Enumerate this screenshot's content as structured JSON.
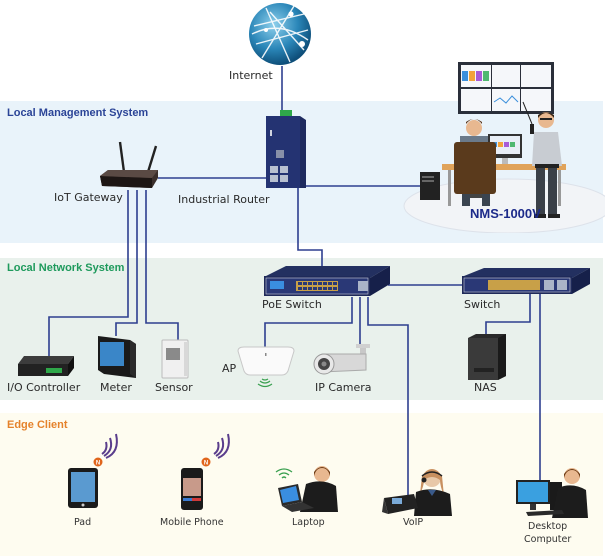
{
  "sections": {
    "management": {
      "title": "Local Management System",
      "color": "#2b4497"
    },
    "network": {
      "title": "Local Network System",
      "color": "#1e9a5c"
    },
    "edge": {
      "title": "Edge Client",
      "color": "#e5822b"
    }
  },
  "nodes": {
    "internet": {
      "label": "Internet",
      "icon": "globe-icon"
    },
    "iot_gateway": {
      "label": "IoT Gateway",
      "icon": "wireless-router-icon"
    },
    "industrial_router": {
      "label": "Industrial Router",
      "icon": "industrial-router-icon"
    },
    "nms": {
      "label": "NMS-1000V",
      "icon": "network-operations-center-icon"
    },
    "poe_switch": {
      "label": "PoE Switch",
      "icon": "network-switch-icon"
    },
    "switch": {
      "label": "Switch",
      "icon": "network-switch-icon"
    },
    "io_controller": {
      "label": "I/O Controller",
      "icon": "io-controller-icon"
    },
    "meter": {
      "label": "Meter",
      "icon": "meter-icon"
    },
    "sensor": {
      "label": "Sensor",
      "icon": "sensor-icon"
    },
    "ap": {
      "label": "AP",
      "icon": "access-point-icon"
    },
    "ip_camera": {
      "label": "IP Camera",
      "icon": "bullet-camera-icon"
    },
    "nas": {
      "label": "NAS",
      "icon": "nas-icon"
    },
    "pad": {
      "label": "Pad",
      "icon": "tablet-icon"
    },
    "mobile_phone": {
      "label": "Mobile Phone",
      "icon": "smartphone-icon"
    },
    "laptop": {
      "label": "Laptop",
      "icon": "laptop-user-icon"
    },
    "voip": {
      "label": "VoIP",
      "icon": "voip-phone-user-icon"
    },
    "desktop_computer": {
      "label": "Desktop\nComputer",
      "label_line1": "Desktop",
      "label_line2": "Computer",
      "icon": "desktop-user-icon"
    }
  },
  "connections": [
    [
      "internet",
      "industrial_router"
    ],
    [
      "iot_gateway",
      "industrial_router"
    ],
    [
      "industrial_router",
      "nms"
    ],
    [
      "industrial_router",
      "poe_switch"
    ],
    [
      "poe_switch",
      "switch"
    ],
    [
      "iot_gateway",
      "io_controller"
    ],
    [
      "iot_gateway",
      "meter"
    ],
    [
      "iot_gateway",
      "sensor"
    ],
    [
      "poe_switch",
      "ap"
    ],
    [
      "poe_switch",
      "ip_camera"
    ],
    [
      "poe_switch",
      "voip"
    ],
    [
      "switch",
      "nas"
    ],
    [
      "switch",
      "desktop_computer"
    ]
  ],
  "colors": {
    "link": "#2e3f8f",
    "device_dark": "#1f2a5a",
    "wifi_purple": "#5a3d8c",
    "nfc_orange": "#e0651c"
  }
}
